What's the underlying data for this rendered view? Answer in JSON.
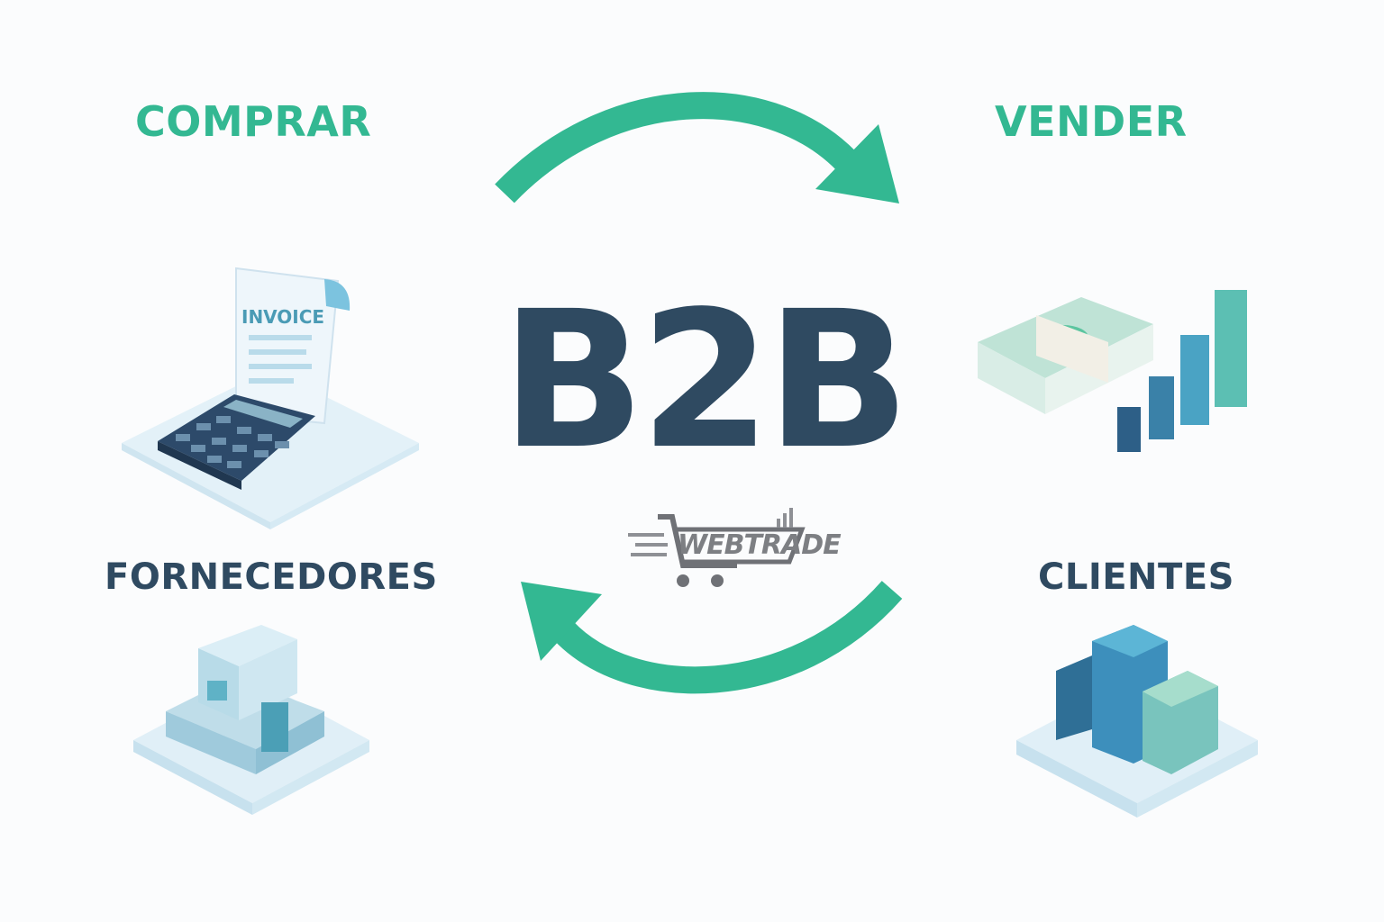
{
  "labels": {
    "buy": "COMPRAR",
    "sell": "VENDER",
    "suppliers": "FORNECEDORES",
    "clients": "CLIENTES"
  },
  "center": {
    "title": "B2B"
  },
  "invoice": {
    "text": "INVOICE"
  },
  "logo": {
    "text": "WEBTRADE"
  },
  "colors": {
    "accent_green": "#33b892",
    "dark_text": "#2f4a61",
    "light_blue": "#dcedf6",
    "teal": "#4aa3b8",
    "navy": "#2d4a6a"
  },
  "icons": [
    "calculator-invoice-icon",
    "money-chart-icon",
    "supplier-building-icon",
    "client-buildings-icon",
    "cart-logo-icon",
    "arrow-cycle-icon"
  ]
}
